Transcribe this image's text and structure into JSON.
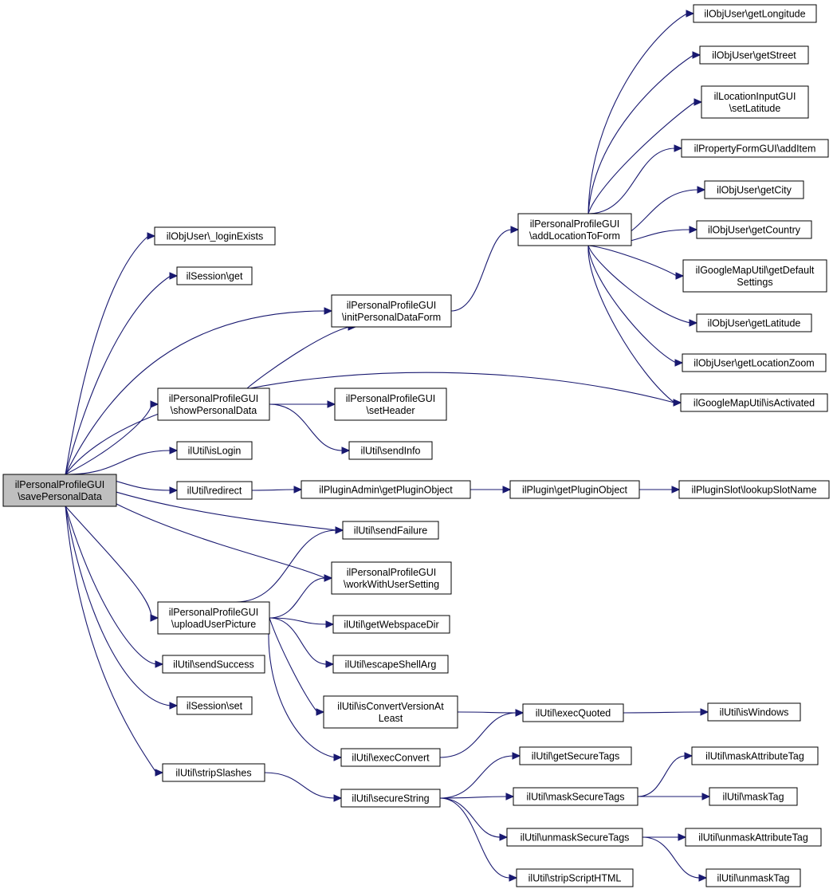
{
  "diagram": {
    "colors": {
      "edge": "#191970",
      "root_fill": "#bfbfbf",
      "node_fill": "#ffffff",
      "node_border": "#000000"
    },
    "nodes": [
      {
        "id": "root",
        "lines": [
          "ilPersonalProfileGUI",
          "\\savePersonalData"
        ],
        "root": true
      },
      {
        "id": "loginExists",
        "lines": [
          "ilObjUser\\_loginExists"
        ]
      },
      {
        "id": "sessGet",
        "lines": [
          "ilSession\\get"
        ]
      },
      {
        "id": "initPDF",
        "lines": [
          "ilPersonalProfileGUI",
          "\\initPersonalDataForm"
        ]
      },
      {
        "id": "showPD",
        "lines": [
          "ilPersonalProfileGUI",
          "\\showPersonalData"
        ]
      },
      {
        "id": "isLogin",
        "lines": [
          "ilUtil\\isLogin"
        ]
      },
      {
        "id": "redirect",
        "lines": [
          "ilUtil\\redirect"
        ]
      },
      {
        "id": "uploadPic",
        "lines": [
          "ilPersonalProfileGUI",
          "\\uploadUserPicture"
        ]
      },
      {
        "id": "sendSuccess",
        "lines": [
          "ilUtil\\sendSuccess"
        ]
      },
      {
        "id": "sessSet",
        "lines": [
          "ilSession\\set"
        ]
      },
      {
        "id": "stripSlashes",
        "lines": [
          "ilUtil\\stripSlashes"
        ]
      },
      {
        "id": "setHeader",
        "lines": [
          "ilPersonalProfileGUI",
          "\\setHeader"
        ]
      },
      {
        "id": "sendInfo",
        "lines": [
          "ilUtil\\sendInfo"
        ]
      },
      {
        "id": "getPluginObjAdmin",
        "lines": [
          "ilPluginAdmin\\getPluginObject"
        ]
      },
      {
        "id": "sendFailure",
        "lines": [
          "ilUtil\\sendFailure"
        ]
      },
      {
        "id": "workWith",
        "lines": [
          "ilPersonalProfileGUI",
          "\\workWithUserSetting"
        ]
      },
      {
        "id": "webspace",
        "lines": [
          "ilUtil\\getWebspaceDir"
        ]
      },
      {
        "id": "escapeShell",
        "lines": [
          "ilUtil\\escapeShellArg"
        ]
      },
      {
        "id": "isConvert",
        "lines": [
          "ilUtil\\isConvertVersionAt",
          "Least"
        ]
      },
      {
        "id": "execConvert",
        "lines": [
          "ilUtil\\execConvert"
        ]
      },
      {
        "id": "secureString",
        "lines": [
          "ilUtil\\secureString"
        ]
      },
      {
        "id": "addLoc",
        "lines": [
          "ilPersonalProfileGUI",
          "\\addLocationToForm"
        ]
      },
      {
        "id": "pluginGetObj",
        "lines": [
          "ilPlugin\\getPluginObject"
        ]
      },
      {
        "id": "execQuoted",
        "lines": [
          "ilUtil\\execQuoted"
        ]
      },
      {
        "id": "getSecureTags",
        "lines": [
          "ilUtil\\getSecureTags"
        ]
      },
      {
        "id": "maskSecureTags",
        "lines": [
          "ilUtil\\maskSecureTags"
        ]
      },
      {
        "id": "unmaskSecureTags",
        "lines": [
          "ilUtil\\unmaskSecureTags"
        ]
      },
      {
        "id": "stripScript",
        "lines": [
          "ilUtil\\stripScriptHTML"
        ]
      },
      {
        "id": "getLongitude",
        "lines": [
          "ilObjUser\\getLongitude"
        ]
      },
      {
        "id": "getStreet",
        "lines": [
          "ilObjUser\\getStreet"
        ]
      },
      {
        "id": "setLatitude",
        "lines": [
          "ilLocationInputGUI",
          "\\setLatitude"
        ]
      },
      {
        "id": "addItem",
        "lines": [
          "ilPropertyFormGUI\\addItem"
        ]
      },
      {
        "id": "getCity",
        "lines": [
          "ilObjUser\\getCity"
        ]
      },
      {
        "id": "getCountry",
        "lines": [
          "ilObjUser\\getCountry"
        ]
      },
      {
        "id": "getDefault",
        "lines": [
          "ilGoogleMapUtil\\getDefault",
          "Settings"
        ]
      },
      {
        "id": "getLatitude",
        "lines": [
          "ilObjUser\\getLatitude"
        ]
      },
      {
        "id": "getLocZoom",
        "lines": [
          "ilObjUser\\getLocationZoom"
        ]
      },
      {
        "id": "isActivated",
        "lines": [
          "ilGoogleMapUtil\\isActivated"
        ]
      },
      {
        "id": "lookupSlot",
        "lines": [
          "ilPluginSlot\\lookupSlotName"
        ]
      },
      {
        "id": "isWindows",
        "lines": [
          "ilUtil\\isWindows"
        ]
      },
      {
        "id": "maskAttr",
        "lines": [
          "ilUtil\\maskAttributeTag"
        ]
      },
      {
        "id": "maskTag",
        "lines": [
          "ilUtil\\maskTag"
        ]
      },
      {
        "id": "unmaskAttr",
        "lines": [
          "ilUtil\\unmaskAttributeTag"
        ]
      },
      {
        "id": "unmaskTag",
        "lines": [
          "ilUtil\\unmaskTag"
        ]
      }
    ],
    "edges": [
      [
        "root",
        "loginExists"
      ],
      [
        "root",
        "sessGet"
      ],
      [
        "root",
        "initPDF"
      ],
      [
        "root",
        "isActivated"
      ],
      [
        "root",
        "showPD"
      ],
      [
        "root",
        "isLogin"
      ],
      [
        "root",
        "redirect"
      ],
      [
        "root",
        "sendFailure"
      ],
      [
        "root",
        "workWith"
      ],
      [
        "root",
        "uploadPic"
      ],
      [
        "root",
        "sendSuccess"
      ],
      [
        "root",
        "sessSet"
      ],
      [
        "root",
        "stripSlashes"
      ],
      [
        "initPDF",
        "addLoc"
      ],
      [
        "addLoc",
        "getLongitude"
      ],
      [
        "addLoc",
        "getStreet"
      ],
      [
        "addLoc",
        "setLatitude"
      ],
      [
        "addLoc",
        "addItem"
      ],
      [
        "addLoc",
        "getCity"
      ],
      [
        "addLoc",
        "getCountry"
      ],
      [
        "addLoc",
        "getDefault"
      ],
      [
        "addLoc",
        "getLatitude"
      ],
      [
        "addLoc",
        "getLocZoom"
      ],
      [
        "addLoc",
        "isActivated"
      ],
      [
        "showPD",
        "initPDF"
      ],
      [
        "showPD",
        "setHeader"
      ],
      [
        "showPD",
        "sendInfo"
      ],
      [
        "redirect",
        "getPluginObjAdmin"
      ],
      [
        "getPluginObjAdmin",
        "pluginGetObj"
      ],
      [
        "pluginGetObj",
        "lookupSlot"
      ],
      [
        "uploadPic",
        "sendFailure"
      ],
      [
        "uploadPic",
        "workWith"
      ],
      [
        "uploadPic",
        "webspace"
      ],
      [
        "uploadPic",
        "escapeShell"
      ],
      [
        "uploadPic",
        "isConvert"
      ],
      [
        "uploadPic",
        "execConvert"
      ],
      [
        "isConvert",
        "execQuoted"
      ],
      [
        "execConvert",
        "execQuoted"
      ],
      [
        "execQuoted",
        "isWindows"
      ],
      [
        "stripSlashes",
        "secureString"
      ],
      [
        "secureString",
        "getSecureTags"
      ],
      [
        "secureString",
        "maskSecureTags"
      ],
      [
        "secureString",
        "unmaskSecureTags"
      ],
      [
        "secureString",
        "stripScript"
      ],
      [
        "maskSecureTags",
        "maskAttr"
      ],
      [
        "maskSecureTags",
        "maskTag"
      ],
      [
        "unmaskSecureTags",
        "unmaskAttr"
      ],
      [
        "unmaskSecureTags",
        "unmaskTag"
      ]
    ]
  }
}
